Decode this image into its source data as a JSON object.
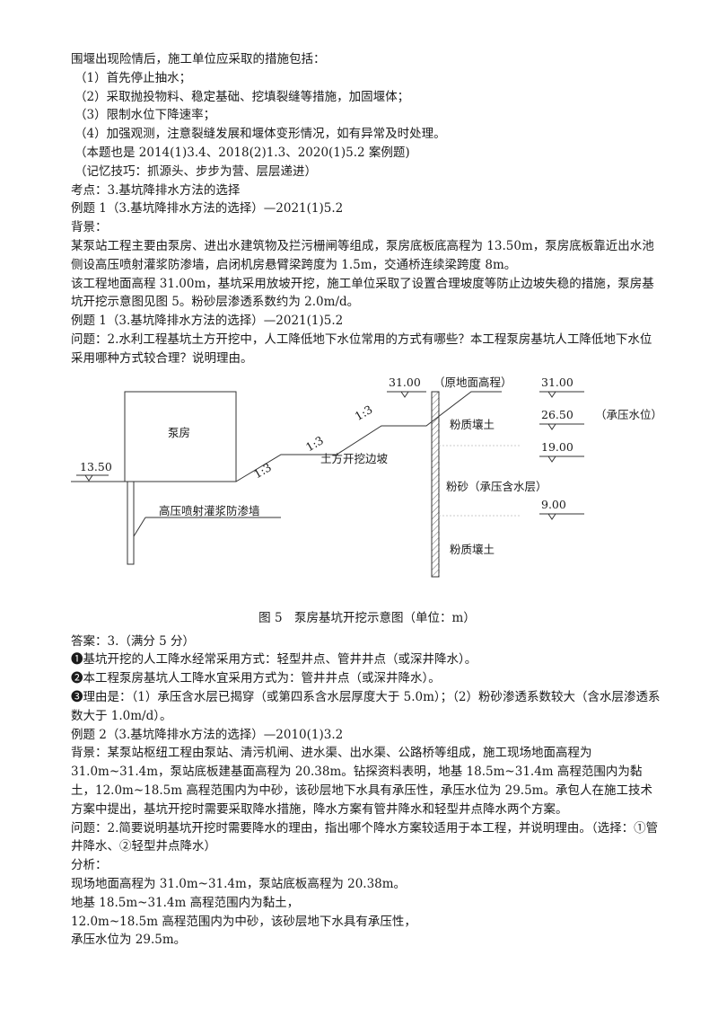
{
  "intro": {
    "lead": "围堰出现险情后，施工单位应采取的措施包括：",
    "measures": [
      "（1）首先停止抽水；",
      "（2）采取抛投物料、稳定基础、挖填裂缝等措施，加固堰体；",
      "（3）限制水位下降速率；",
      "（4）加强观测，注意裂缝发展和堰体变形情况，如有异常及时处理。"
    ],
    "also": "（本题也是 2014(1)3.4、2018(2)1.3、2020(1)5.2 案例题)",
    "tip": "（记忆技巧：抓源头、步步为营、层层递进）"
  },
  "section": {
    "point": "考点：3.基坑降排水方法的选择"
  },
  "example1": {
    "heading": "例题 1（3.基坑降排水方法的选择）—2021(1)5.2",
    "bg_label": "背景：",
    "bg_text": [
      "某泵站工程主要由泵房、进出水建筑物及拦污栅闸等组成，泵房底板底高程为 13.50m，泵房底板靠近出水池侧设高压喷射灌浆防渗墙，启闭机房悬臂梁跨度为 1.5m，交通桥连续梁跨度 8m。",
      "该工程地面高程 31.00m，基坑采用放坡开挖，施工单位采取了设置合理坡度等防止边坡失稳的措施，泵房基坑开挖示意图见图 5。粉砂层渗透系数约为 2.0m/d。"
    ],
    "heading2": "例题 1（3.基坑降排水方法的选择）—2021(1)5.2",
    "question": "问题：2.水利工程基坑土方开挖中，人工降低地下水位常用的方式有哪些？本工程泵房基坑人工降低地下水位采用哪种方式较合理？说明理由。"
  },
  "figure": {
    "pump_house": "泵房",
    "elev_1350": "13.50",
    "wall_label": "高压喷射灌浆防渗墙",
    "slope1": "1:3",
    "slope2": "1:3",
    "slope3": "1:3",
    "excavation": "土方开挖边坡",
    "top_elev": "31.00",
    "original_ground": "（原地面高程）",
    "layer1": "粉质壤土",
    "layer2": "粉砂（承压含水层）",
    "layer3": "粉质壤土",
    "r_3100": "31.00",
    "r_2650": "26.50",
    "confined_level": "（承压水位）",
    "r_1900": "19.00",
    "r_900": "9.00",
    "caption": "图 5　泵房基坑开挖示意图（单位：m）"
  },
  "answer1": {
    "title": "答案：3.（满分 5 分）",
    "items": [
      "❶基坑开挖的人工降水经常采用方式：轻型井点、管井井点（或深井降水）。",
      "❷本工程泵房基坑人工降水宜采用方式为：管井井点（或深井降水）。",
      "❸理由是：（1）承压含水层已揭穿（或第四系含水层厚度大于 5.0m）；（2）粉砂渗透系数较大（含水层渗透系数大于 1.0m/d）。"
    ]
  },
  "example2": {
    "heading": "例题 2（3.基坑降排水方法的选择）—2010(1)3.2",
    "bg": "背景：某泵站枢纽工程由泵站、清污机闸、进水渠、出水渠、公路桥等组成，施工现场地面高程为 31.0m~31.4m，泵站底板建基面高程为 20.38m。钻探资料表明，地基 18.5m~31.4m 高程范围内为黏土，12.0m~18.5m 高程范围内为中砂，该砂层地下水具有承压性，承压水位为 29.5m。承包人在施工技术方案中提出，基坑开挖时需要采取降水措施，降水方案有管井降水和轻型井点降水两个方案。",
    "question": "问题：2.简要说明基坑开挖时需要降水的理由，指出哪个降水方案较适用于本工程，并说明理由。（选择：①管井降水、②轻型井点降水）",
    "analysis_label": "分析：",
    "analysis": [
      "现场地面高程为 31.0m~31.4m，泵站底板高程为 20.38m。",
      "地基 18.5m~31.4m 高程范围内为黏土，",
      "12.0m~18.5m 高程范围内为中砂，该砂层地下水具有承压性，",
      "承压水位为 29.5m。"
    ]
  }
}
